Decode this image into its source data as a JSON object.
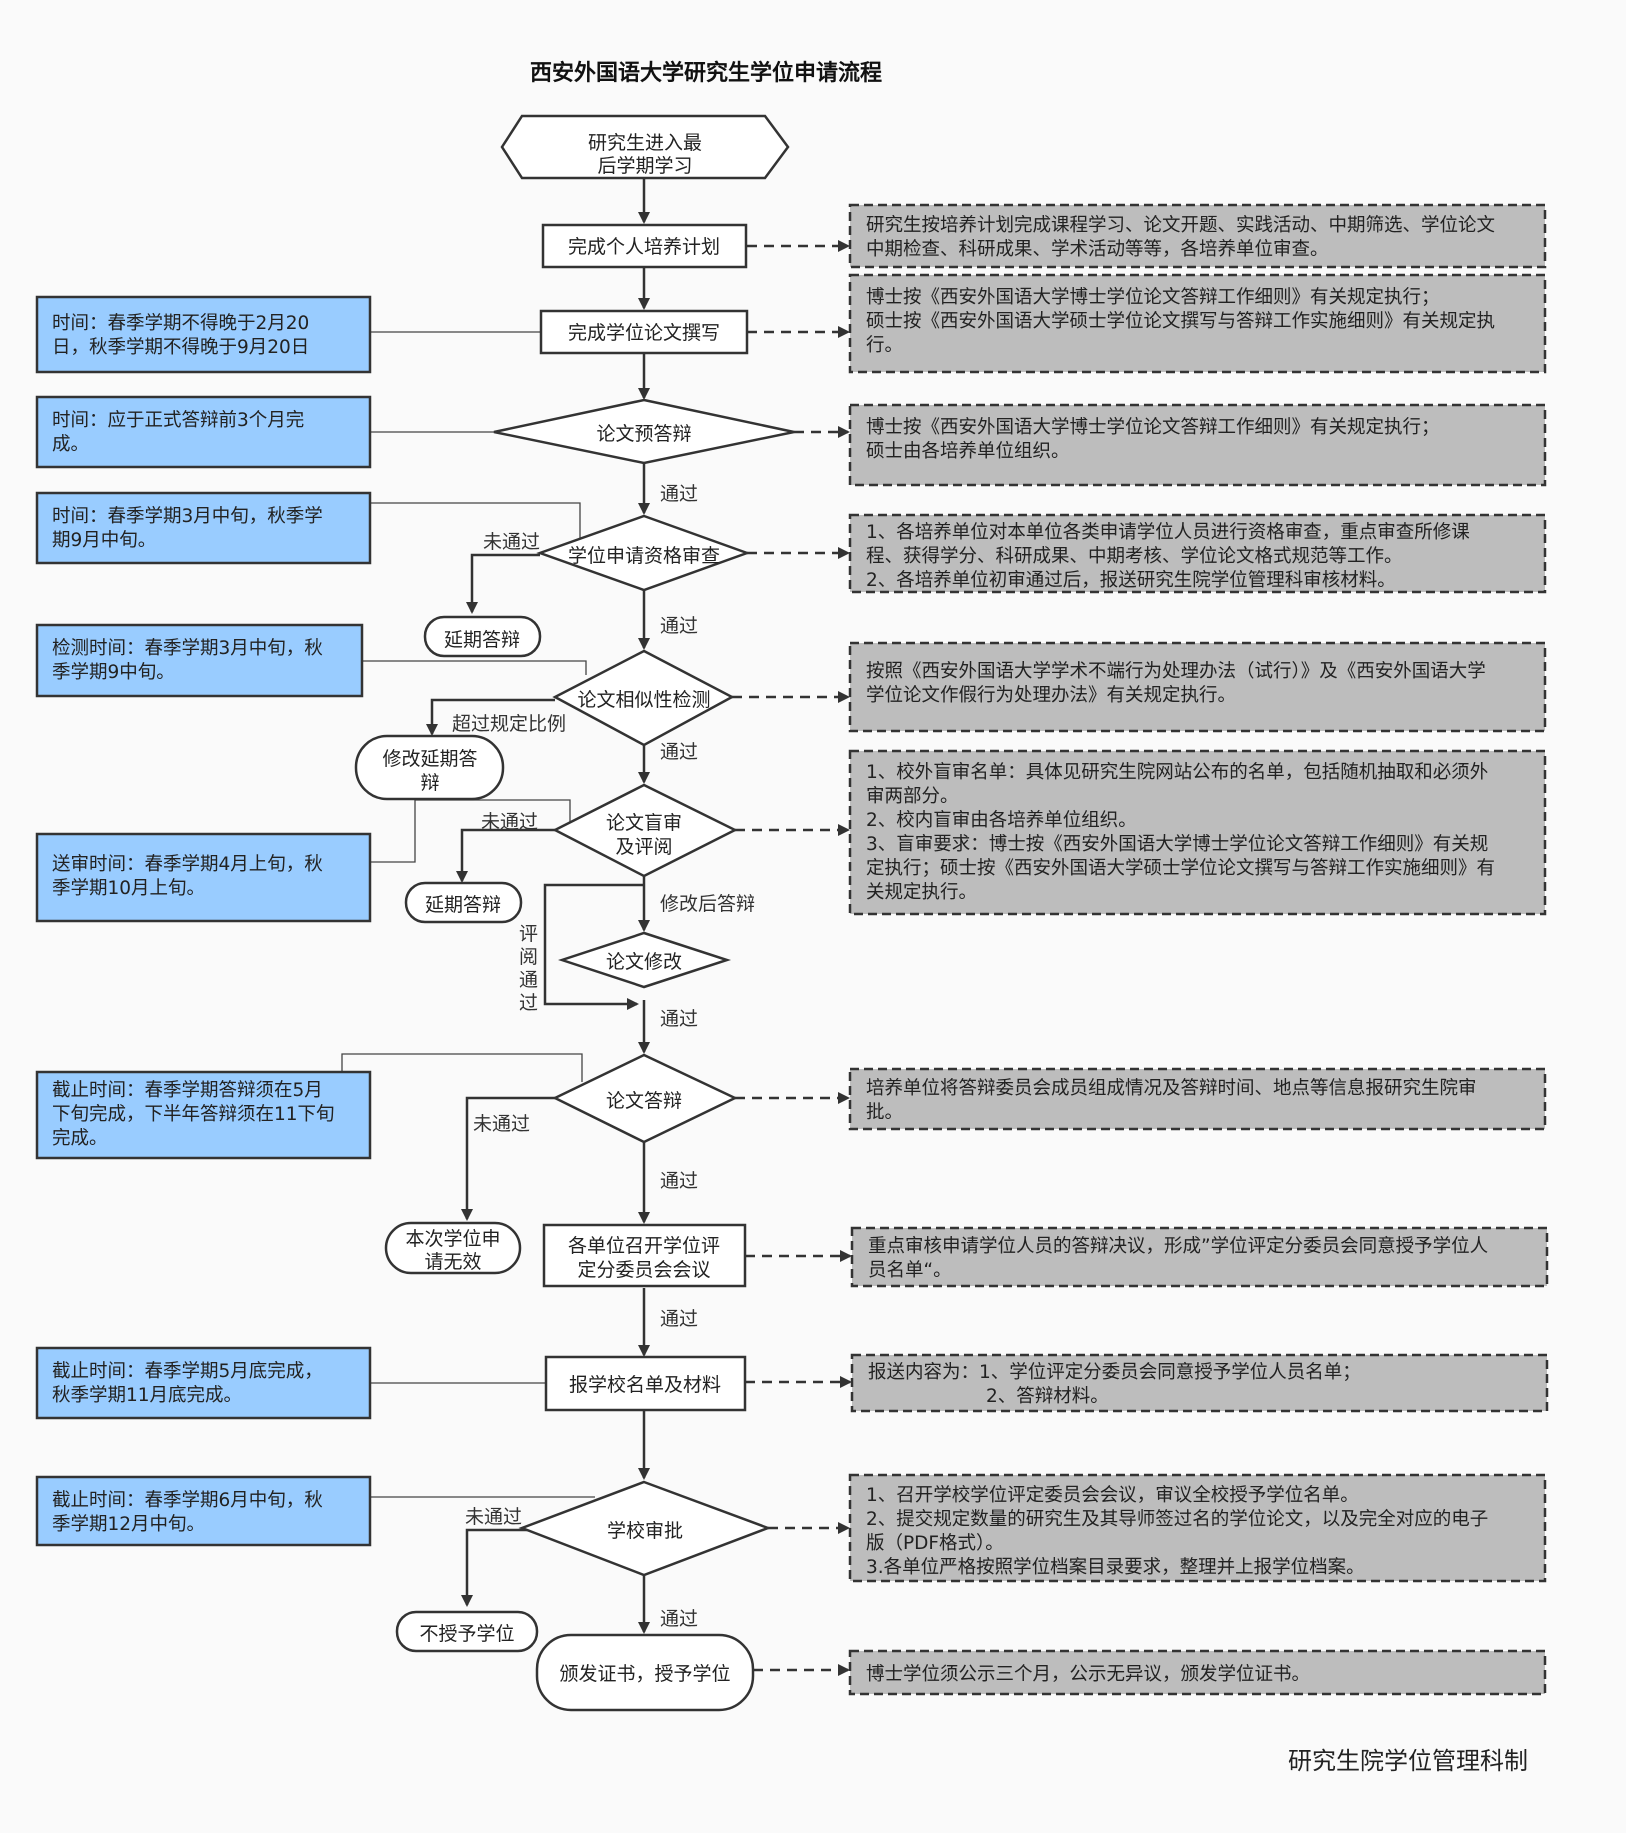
{
  "title": "西安外国语大学研究生学位申请流程",
  "credit": "研究生院学位管理科制",
  "start": [
    "研究生进入最",
    "后学期学习"
  ],
  "steps": {
    "plan": "完成个人培养计划",
    "write": "完成学位论文撰写",
    "predefense": "论文预答辩",
    "qualify": "学位申请资格审查",
    "similarity": "论文相似性检测",
    "blind": [
      "论文盲审",
      "及评阅"
    ],
    "revise": "论文修改",
    "defense": "论文答辩",
    "committee": [
      "各单位召开学位评",
      "定分委员会会议"
    ],
    "submit": "报学校名单及材料",
    "approve": "学校审批",
    "award": "颁发证书，授予学位"
  },
  "outcomes": {
    "delay1": "延期答辩",
    "revise_delay": [
      "修改延期答",
      "辩"
    ],
    "delay2": "延期答辩",
    "invalid": [
      "本次学位申",
      "请无效"
    ],
    "no_degree": "不授予学位"
  },
  "labels": {
    "pass": "通过",
    "fail": "未通过",
    "exceed": "超过规定比例",
    "revise_defense": "修改后答辩",
    "review_pass": [
      "评",
      "阅",
      "通",
      "过"
    ]
  },
  "time_notes": [
    [
      "时间：春季学期不得晚于2月20",
      "日，秋季学期不得晚于9月20日"
    ],
    [
      "时间：应于正式答辩前3个月完",
      "成。"
    ],
    [
      "时间：春季学期3月中旬，秋季学",
      "期9月中旬。"
    ],
    [
      "检测时间：春季学期3月中旬，秋",
      "季学期9中旬。"
    ],
    [
      "送审时间：春季学期4月上旬，秋",
      "季学期10月上旬。"
    ],
    [
      "截止时间：春季学期答辩须在5月",
      "下旬完成，下半年答辩须在11下旬",
      "完成。"
    ],
    [
      "截止时间：春季学期5月底完成，",
      "秋季学期11月底完成。"
    ],
    [
      "截止时间：春季学期6月中旬，秋",
      "季学期12月中旬。"
    ]
  ],
  "rule_notes": [
    [
      "研究生按培养计划完成课程学习、论文开题、实践活动、中期筛选、学位论文",
      "中期检查、科研成果、学术活动等等，各培养单位审查。"
    ],
    [
      "博士按《西安外国语大学博士学位论文答辩工作细则》有关规定执行；",
      "硕士按《西安外国语大学硕士学位论文撰写与答辩工作实施细则》有关规定执",
      "行。"
    ],
    [
      "博士按《西安外国语大学博士学位论文答辩工作细则》有关规定执行；",
      "硕士由各培养单位组织。"
    ],
    [
      "1、各培养单位对本单位各类申请学位人员进行资格审查，重点审查所修课",
      "程、获得学分、科研成果、中期考核、学位论文格式规范等工作。",
      "2、各培养单位初审通过后，报送研究生院学位管理科审核材料。"
    ],
    [
      "按照《西安外国语大学学术不端行为处理办法（试行）》及《西安外国语大学",
      "学位论文作假行为处理办法》有关规定执行。"
    ],
    [
      "1、校外盲审名单：具体见研究生院网站公布的名单，包括随机抽取和必须外",
      "审两部分。",
      "2、校内盲审由各培养单位组织。",
      "3、盲审要求：博士按《西安外国语大学博士学位论文答辩工作细则》有关规",
      "定执行；硕士按《西安外国语大学硕士学位论文撰写与答辩工作实施细则》有",
      "关规定执行。"
    ],
    [
      "培养单位将答辩委员会成员组成情况及答辩时间、地点等信息报研究生院审",
      "批。"
    ],
    [
      "重点审核申请学位人员的答辩决议，形成”学位评定分委员会同意授予学位人",
      "员名单“。"
    ],
    [
      "报送内容为：1、学位评定分委员会同意授予学位人员名单；",
      "2、答辩材料。"
    ],
    [
      "1、召开学校学位评定委员会会议，审议全校授予学位名单。",
      "2、提交规定数量的研究生及其导师签过名的学位论文，以及完全对应的电子",
      "版（PDF格式）。",
      "3.各单位严格按照学位档案目录要求，整理并上报学位档案。"
    ],
    [
      "博士学位须公示三个月，公示无异议，颁发学位证书。"
    ]
  ]
}
